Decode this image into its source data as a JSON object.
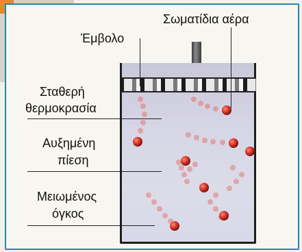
{
  "labels": {
    "air_particles": "Σωματίδια αέρα",
    "piston": "Έμβολο",
    "constant_temp_1": "Σταθερή",
    "constant_temp_2": "θερμοκρασία",
    "increased_pressure_1": "Αυξημένη",
    "increased_pressure_2": "πίεση",
    "reduced_volume_1": "Μειωμένος",
    "reduced_volume_2": "όγκος"
  },
  "colors": {
    "frame": "#1c8ab2",
    "particle": "#d8352a"
  }
}
